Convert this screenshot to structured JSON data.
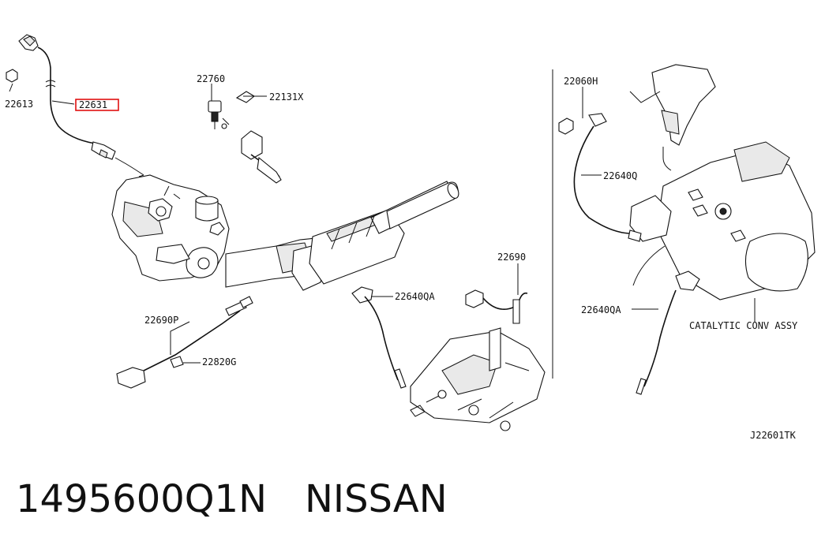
{
  "diagram": {
    "callouts": [
      {
        "id": "c_22613",
        "text": "22613"
      },
      {
        "id": "c_22631",
        "text": "22631",
        "highlighted": true
      },
      {
        "id": "c_22760",
        "text": "22760"
      },
      {
        "id": "c_22131X",
        "text": "22131X"
      },
      {
        "id": "c_22690P",
        "text": "22690P"
      },
      {
        "id": "c_22820G",
        "text": "22820G"
      },
      {
        "id": "c_22640QA_mid",
        "text": "22640QA"
      },
      {
        "id": "c_22690",
        "text": "22690"
      },
      {
        "id": "c_22060H",
        "text": "22060H"
      },
      {
        "id": "c_22640Q",
        "text": "22640Q"
      },
      {
        "id": "c_22640QA_right",
        "text": "22640QA"
      },
      {
        "id": "c_catalytic",
        "text": "CATALYTIC CONV ASSY"
      }
    ],
    "drawing_code": "J22601TK",
    "highlight_color": "#e01010"
  },
  "footer": {
    "part_number": "1495600Q1N",
    "brand": "NISSAN"
  }
}
